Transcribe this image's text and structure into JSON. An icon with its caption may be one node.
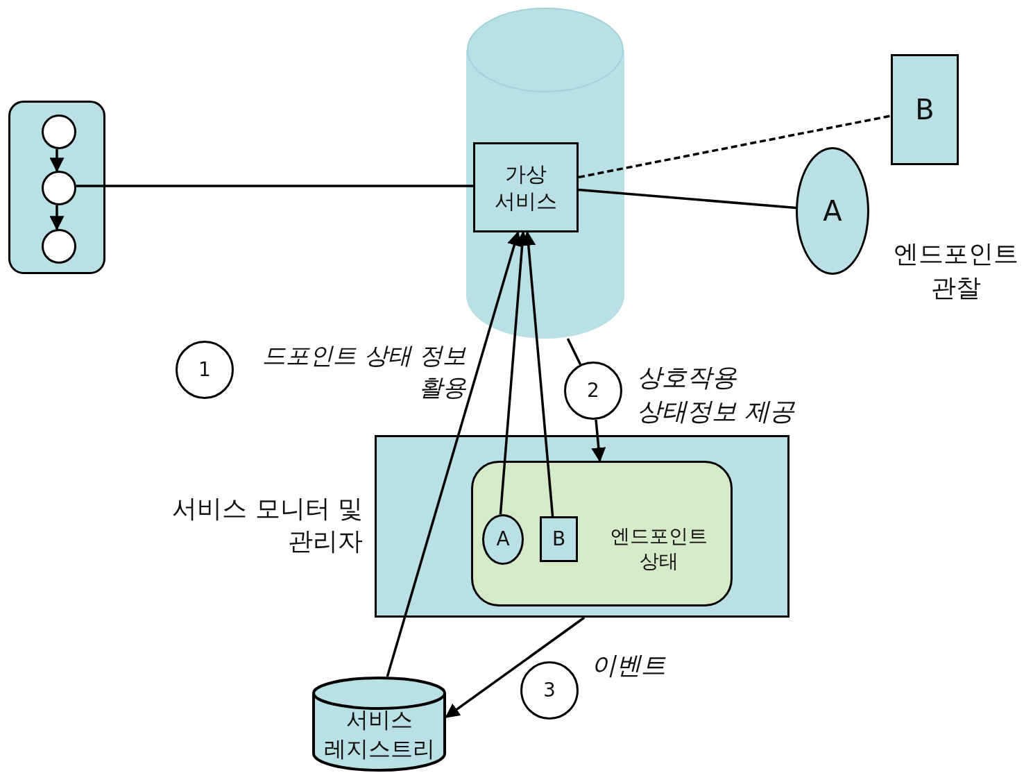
{
  "diagram": {
    "nodes": [
      {
        "text": [],
        "shape": "box"
      },
      {
        "text": [],
        "shape": "circle",
        "in": 0
      },
      {
        "text": [],
        "shape": "circle",
        "in": 0
      },
      {
        "text": [],
        "shape": "circle",
        "in": 0
      },
      {
        "text": [],
        "shape": "cylinder"
      },
      {
        "text": [
          "가상 서비스"
        ],
        "in": 4
      },
      {
        "text": [
          "B"
        ]
      },
      {
        "text": [
          "A"
        ],
        "beside": [
          "엔드포인트 관찰"
        ]
      },
      {
        "text": [
          "서비스 모니터 및 관리자"
        ]
      },
      {
        "text": [
          "엔드포인트 상태"
        ],
        "in": 8
      },
      {
        "text": [
          "A"
        ],
        "in": 9
      },
      {
        "text": [
          "B"
        ],
        "in": 9
      },
      {
        "text": [
          "서비스 레지스트리"
        ]
      },
      {
        "text": [
          "1"
        ]
      },
      {
        "text": [
          "2"
        ]
      },
      {
        "text": [
          "3"
        ]
      }
    ],
    "edges": [
      {
        "from": 1,
        "to": 2,
        "arrow": "to"
      },
      {
        "from": 2,
        "to": 3,
        "arrow": "to"
      },
      {
        "from": 2,
        "to": 5,
        "arrow": "none"
      },
      {
        "from": 5,
        "to": 6,
        "arrow": "none",
        "style": "dashed"
      },
      {
        "from": 5,
        "to": 7,
        "arrow": "none"
      },
      {
        "from": 10,
        "to": 5,
        "arrow": "to"
      },
      {
        "from": 11,
        "to": 5,
        "arrow": "to"
      },
      {
        "from": 12,
        "to": 5,
        "arrow": "to"
      },
      {
        "from": 4,
        "to": 14,
        "arrow": "none"
      },
      {
        "from": 14,
        "to": 9,
        "arrow": "to"
      },
      {
        "from": 8,
        "to": 12,
        "arrow": "to"
      }
    ],
    "labels": [
      "드포인트 상태 정보 활용",
      "상호작용 상태정보 제공",
      "이벤트"
    ]
  }
}
